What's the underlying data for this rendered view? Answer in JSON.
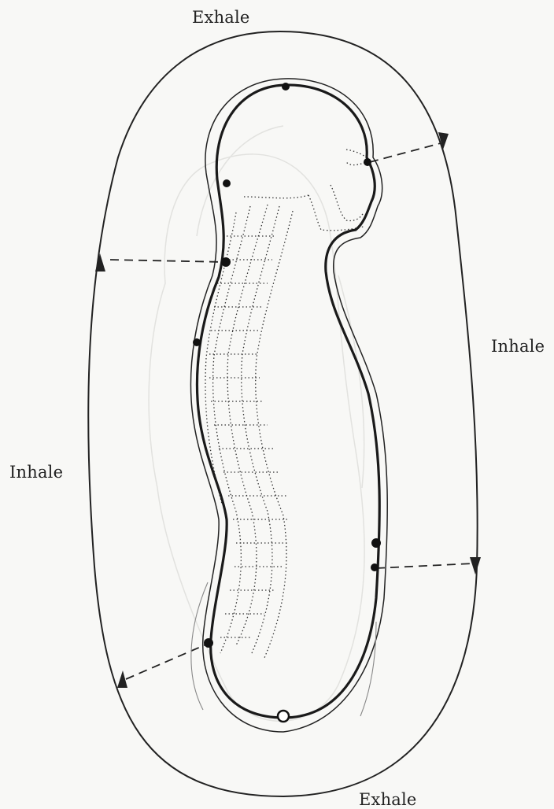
{
  "labels": {
    "exhale_top": "Exhale",
    "inhale_right": "Inhale",
    "inhale_left": "Inhale",
    "exhale_bottom": "Exhale"
  },
  "colors": {
    "ink": "#222222",
    "faint": "#d9d9d6",
    "background": "#f8f8f6"
  },
  "icons": {
    "cycle_arrow": "arrowhead",
    "point": "filled-dot",
    "base_point": "open-circle"
  }
}
